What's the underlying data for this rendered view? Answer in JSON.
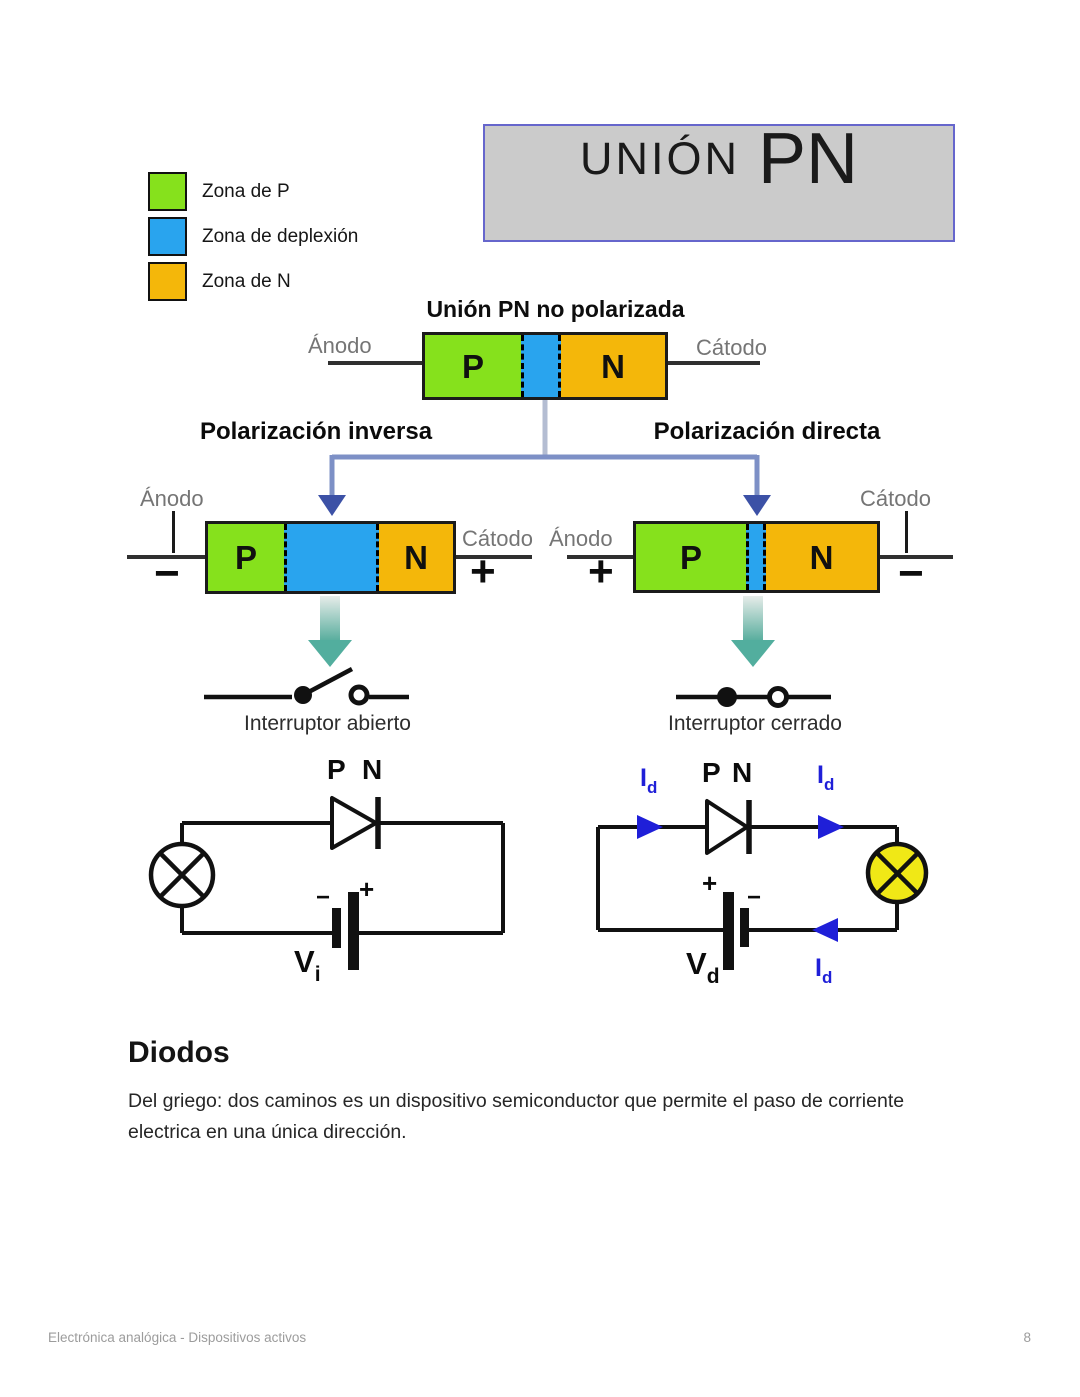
{
  "legend": {
    "items": [
      {
        "label": "Zona de P"
      },
      {
        "label": "Zona de deplexión"
      },
      {
        "label": "Zona de N"
      }
    ]
  },
  "banner": {
    "word": "UNIÓN",
    "emphasis": "PN"
  },
  "diagram": {
    "subtitle": "Unión PN no polarizada",
    "anode": "Ánodo",
    "cathode": "Cátodo",
    "p_label": "P",
    "n_label": "N",
    "branch_left": "Polarización inversa",
    "branch_right": "Polarización directa",
    "plus": "+",
    "minus": "−",
    "switch_open_label": "Interruptor abierto",
    "switch_closed_label": "Interruptor cerrado"
  },
  "circuits": {
    "reverse": {
      "symbol": "V",
      "sub": "i"
    },
    "forward": {
      "symbol": "V",
      "sub": "d"
    },
    "current": {
      "symbol": "I",
      "sub": "d"
    },
    "plus": "+",
    "minus": "−"
  },
  "section": {
    "heading": "Diodos",
    "body": "Del griego: dos caminos es un dispositivo semiconductor que permite el paso de corriente electrica en una única dirección."
  },
  "footer": {
    "left": "Electrónica analógica - Dispositivos activos",
    "page_number": "8"
  },
  "colors": {
    "zone_p": "#86e11c",
    "zone_depletion": "#29a4ee",
    "zone_n": "#f4b70a",
    "banner_bg": "#cbcbcb",
    "branch_arrow": "#7d90c6",
    "branch_arrowhead": "#3c51a6",
    "branch_stem": "#b4bdd2",
    "flow_arrow": "#52ae9e",
    "current_blue": "#1f1fd8",
    "lamp_on": "#f0e816",
    "lamp_off": "#ffffff"
  }
}
